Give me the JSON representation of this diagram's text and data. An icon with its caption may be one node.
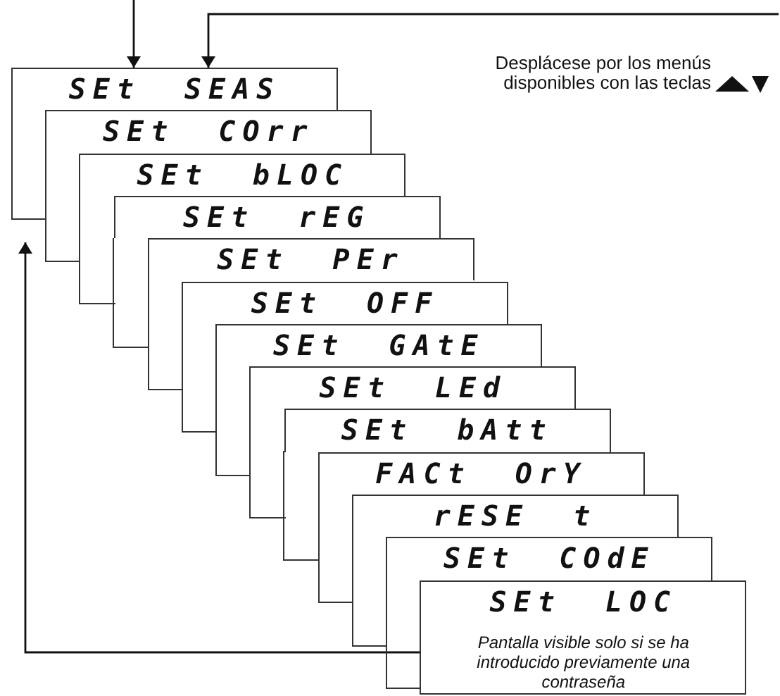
{
  "diagram": {
    "nodes": [
      {
        "text": [
          "SEt SEAS"
        ]
      },
      {
        "text": [
          "SEt COrr"
        ]
      },
      {
        "text": [
          "SEt bLOC"
        ]
      },
      {
        "text": [
          "SEt rEG"
        ]
      },
      {
        "text": [
          "SEt PEr"
        ]
      },
      {
        "text": [
          "SEt OFF"
        ]
      },
      {
        "text": [
          "SEt GAtE"
        ]
      },
      {
        "text": [
          "SEt LEd"
        ]
      },
      {
        "text": [
          "SEt bAtt"
        ]
      },
      {
        "text": [
          "FACt OrY"
        ]
      },
      {
        "text": [
          "rESE t"
        ]
      },
      {
        "text": [
          "SEt COdE"
        ]
      },
      {
        "text": [
          "SEt LOC",
          "Pantalla visible solo si se ha introducido previamente una contraseña"
        ]
      }
    ],
    "edges": [
      {
        "from": null,
        "to": 0,
        "arrow": "to"
      },
      {
        "from": null,
        "to": 0,
        "arrow": "to"
      },
      {
        "from": 12,
        "to": null,
        "arrow": "to"
      }
    ],
    "labels": [
      "Desplácese por los menús disponibles con las teclas"
    ]
  }
}
